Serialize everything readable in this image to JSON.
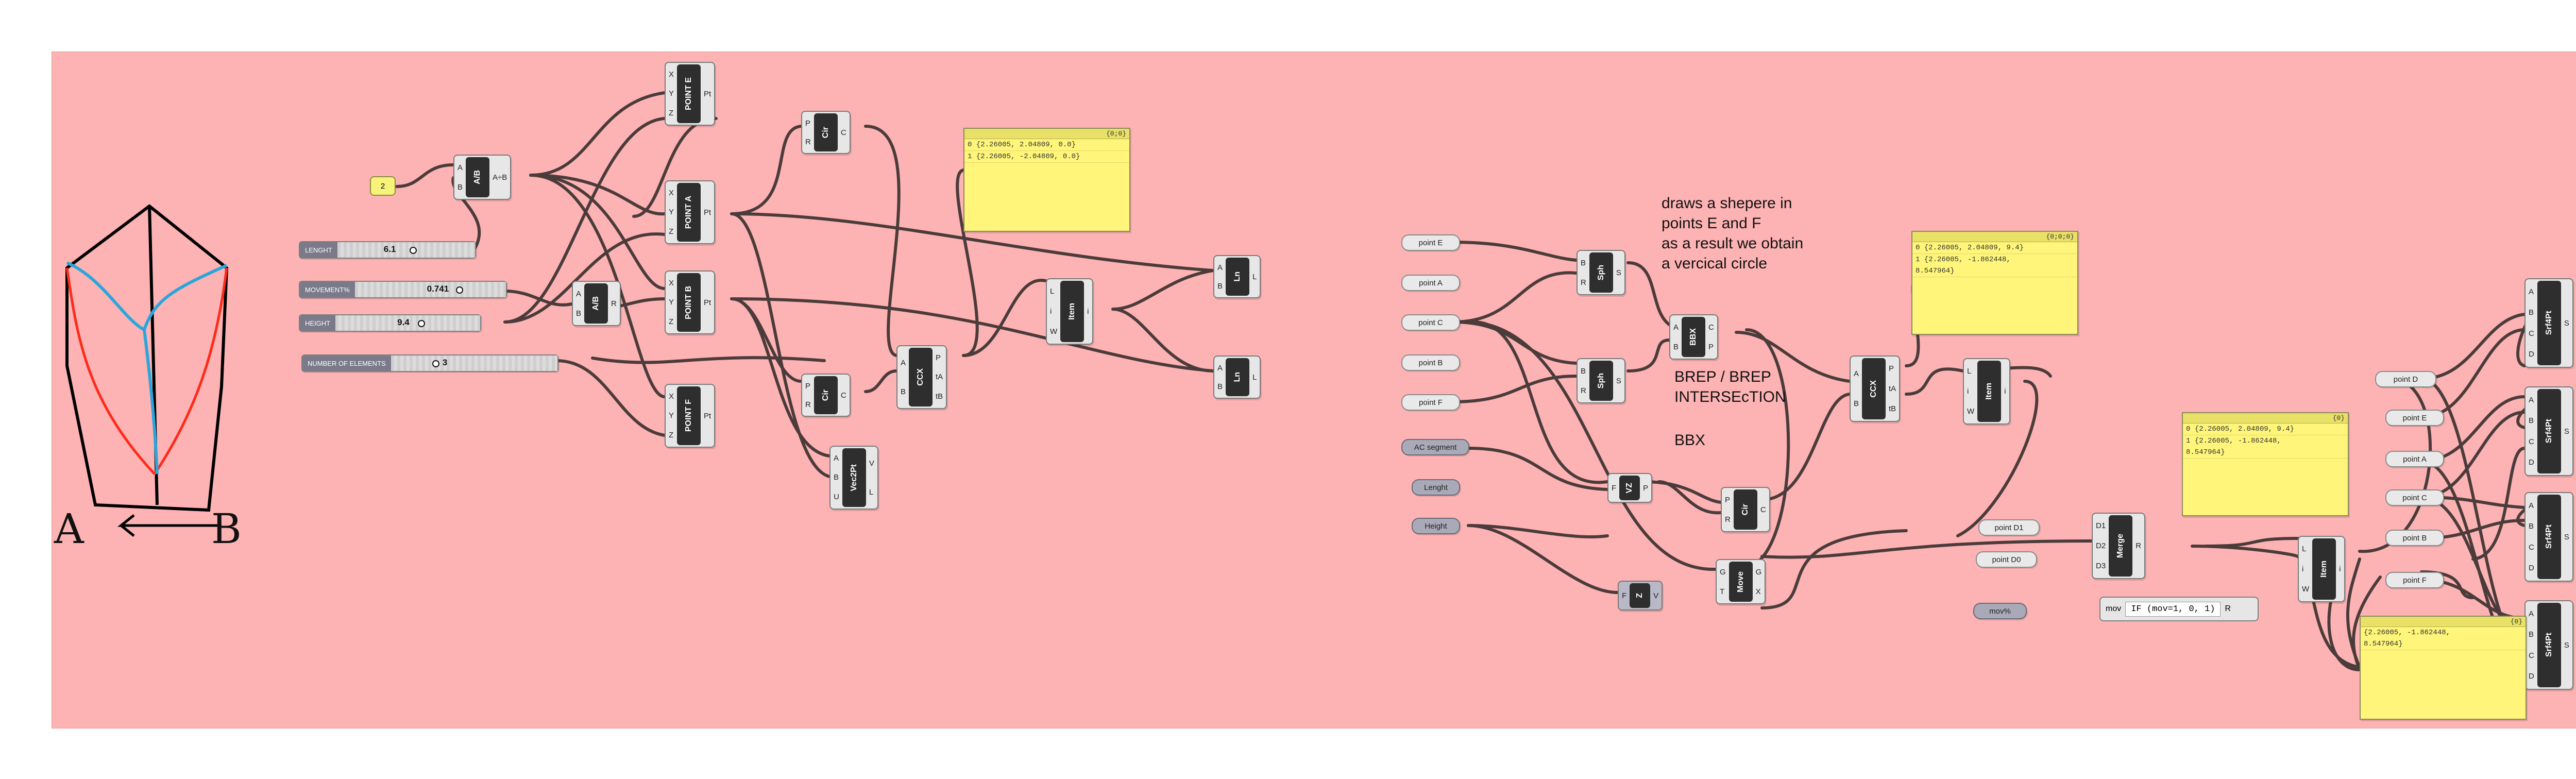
{
  "sketch": {
    "label_a": "A",
    "label_b": "B"
  },
  "sliders": [
    {
      "label": "LENGHT",
      "value": "6.1"
    },
    {
      "label": "MOVEMENT%",
      "value": "0.741"
    },
    {
      "label": "HEIGHT",
      "value": "9.4"
    },
    {
      "label": "NUMBER OF ELEMENTS",
      "value": "3"
    }
  ],
  "yellow_param": {
    "value": "2"
  },
  "components_left": [
    {
      "name": "A/B",
      "inputs": [
        "A",
        "B"
      ],
      "outputs": [
        "A÷B"
      ]
    },
    {
      "name": "A/B",
      "inputs": [
        "A",
        "B"
      ],
      "outputs": [
        "R"
      ]
    },
    {
      "name": "POINT E",
      "inputs": [
        "X",
        "Y",
        "Z"
      ],
      "outputs": [
        "Pt"
      ]
    },
    {
      "name": "POINT A",
      "inputs": [
        "X",
        "Y",
        "Z"
      ],
      "outputs": [
        "Pt"
      ]
    },
    {
      "name": "POINT B",
      "inputs": [
        "X",
        "Y",
        "Z"
      ],
      "outputs": [
        "Pt"
      ]
    },
    {
      "name": "POINT F",
      "inputs": [
        "X",
        "Y",
        "Z"
      ],
      "outputs": [
        "Pt"
      ]
    },
    {
      "name": "Cir",
      "inputs": [
        "P",
        "R"
      ],
      "outputs": [
        "C"
      ]
    },
    {
      "name": "Cir",
      "inputs": [
        "P",
        "R"
      ],
      "outputs": [
        "C"
      ]
    },
    {
      "name": "Vec2Pt",
      "inputs": [
        "A",
        "B",
        "U"
      ],
      "outputs": [
        "V",
        "L"
      ]
    },
    {
      "name": "CCX",
      "inputs": [
        "A",
        "B"
      ],
      "outputs": [
        "P",
        "tA",
        "tB"
      ]
    },
    {
      "name": "Item",
      "inputs": [
        "L",
        "i",
        "W"
      ],
      "outputs": [
        "i"
      ]
    },
    {
      "name": "Ln",
      "inputs": [
        "A",
        "B"
      ],
      "outputs": [
        "L"
      ]
    },
    {
      "name": "Ln",
      "inputs": [
        "A",
        "B"
      ],
      "outputs": [
        "L"
      ]
    }
  ],
  "panel_left": {
    "header": "{0;0}",
    "lines": [
      "0 {2.26005, 2.04809, 0.0}",
      "1 {2.26005, -2.04809, 0.0}"
    ]
  },
  "params_right": [
    "point E",
    "point A",
    "point C",
    "point B",
    "point F",
    "AC segment",
    "Lenght",
    "Height"
  ],
  "note": {
    "lines": [
      "draws a shepere in",
      "points E and F",
      "as a result we obtain",
      "a vercical circle"
    ]
  },
  "note2": {
    "lines": [
      "BREP / BREP",
      "INTERSEcTION"
    ]
  },
  "note3": {
    "text": "BBX"
  },
  "components_right": [
    {
      "name": "Sph",
      "inputs": [
        "B",
        "R"
      ],
      "outputs": [
        "S"
      ]
    },
    {
      "name": "Sph",
      "inputs": [
        "B",
        "R"
      ],
      "outputs": [
        "S"
      ]
    },
    {
      "name": "BBX",
      "inputs": [
        "A",
        "B"
      ],
      "outputs": [
        "C",
        "P"
      ]
    },
    {
      "name": "VZ",
      "inputs": [
        "F"
      ],
      "outputs": [
        "P"
      ]
    },
    {
      "name": "Cir",
      "inputs": [
        "P",
        "R"
      ],
      "outputs": [
        "C"
      ]
    },
    {
      "name": "Move",
      "inputs": [
        "G",
        "T"
      ],
      "outputs": [
        "G",
        "X"
      ]
    },
    {
      "name": "Z",
      "inputs": [
        "F"
      ],
      "outputs": [
        "V"
      ]
    },
    {
      "name": "CCX",
      "inputs": [
        "A",
        "B"
      ],
      "outputs": [
        "P",
        "tA",
        "tB"
      ]
    },
    {
      "name": "Item",
      "inputs": [
        "L",
        "i",
        "W"
      ],
      "outputs": [
        "i"
      ]
    },
    {
      "name": "Merge",
      "inputs": [
        "D1",
        "D2",
        "D3"
      ],
      "outputs": [
        "R"
      ]
    },
    {
      "name": "Item",
      "inputs": [
        "L",
        "i",
        "W"
      ],
      "outputs": [
        "i"
      ]
    },
    {
      "name": "Srf4Pt",
      "inputs": [
        "A",
        "B",
        "C",
        "D"
      ],
      "outputs": [
        "S"
      ]
    },
    {
      "name": "Srf4Pt",
      "inputs": [
        "A",
        "B",
        "C",
        "D"
      ],
      "outputs": [
        "S"
      ]
    },
    {
      "name": "Srf4Pt",
      "inputs": [
        "A",
        "B",
        "C",
        "D"
      ],
      "outputs": [
        "S"
      ]
    },
    {
      "name": "Srf4Pt",
      "inputs": [
        "A",
        "B",
        "C",
        "D"
      ],
      "outputs": [
        "S"
      ]
    }
  ],
  "panel_right1": {
    "header": "{0;0;0}",
    "lines": [
      "0 {2.26005, 2.04809, 9.4}",
      "1 {2.26005, -1.862448,",
      "8.547964}"
    ]
  },
  "panel_right2": {
    "header": "{0}",
    "lines": [
      "0 {2.26005, 2.04809, 9.4}",
      "1 {2.26005, -1.862448,",
      "8.547964}"
    ]
  },
  "panel_right3": {
    "header": "{0}",
    "lines": [
      "{2.26005, -1.862448,",
      "8.547964}"
    ]
  },
  "point_params": [
    "point D1",
    "point D0",
    "point D",
    "point E",
    "point A",
    "point C",
    "point B",
    "point F"
  ],
  "mov_param": "mov%",
  "expression": {
    "input": "mov",
    "formula": "IF (mov=1, 0, 1)",
    "output": "R"
  }
}
